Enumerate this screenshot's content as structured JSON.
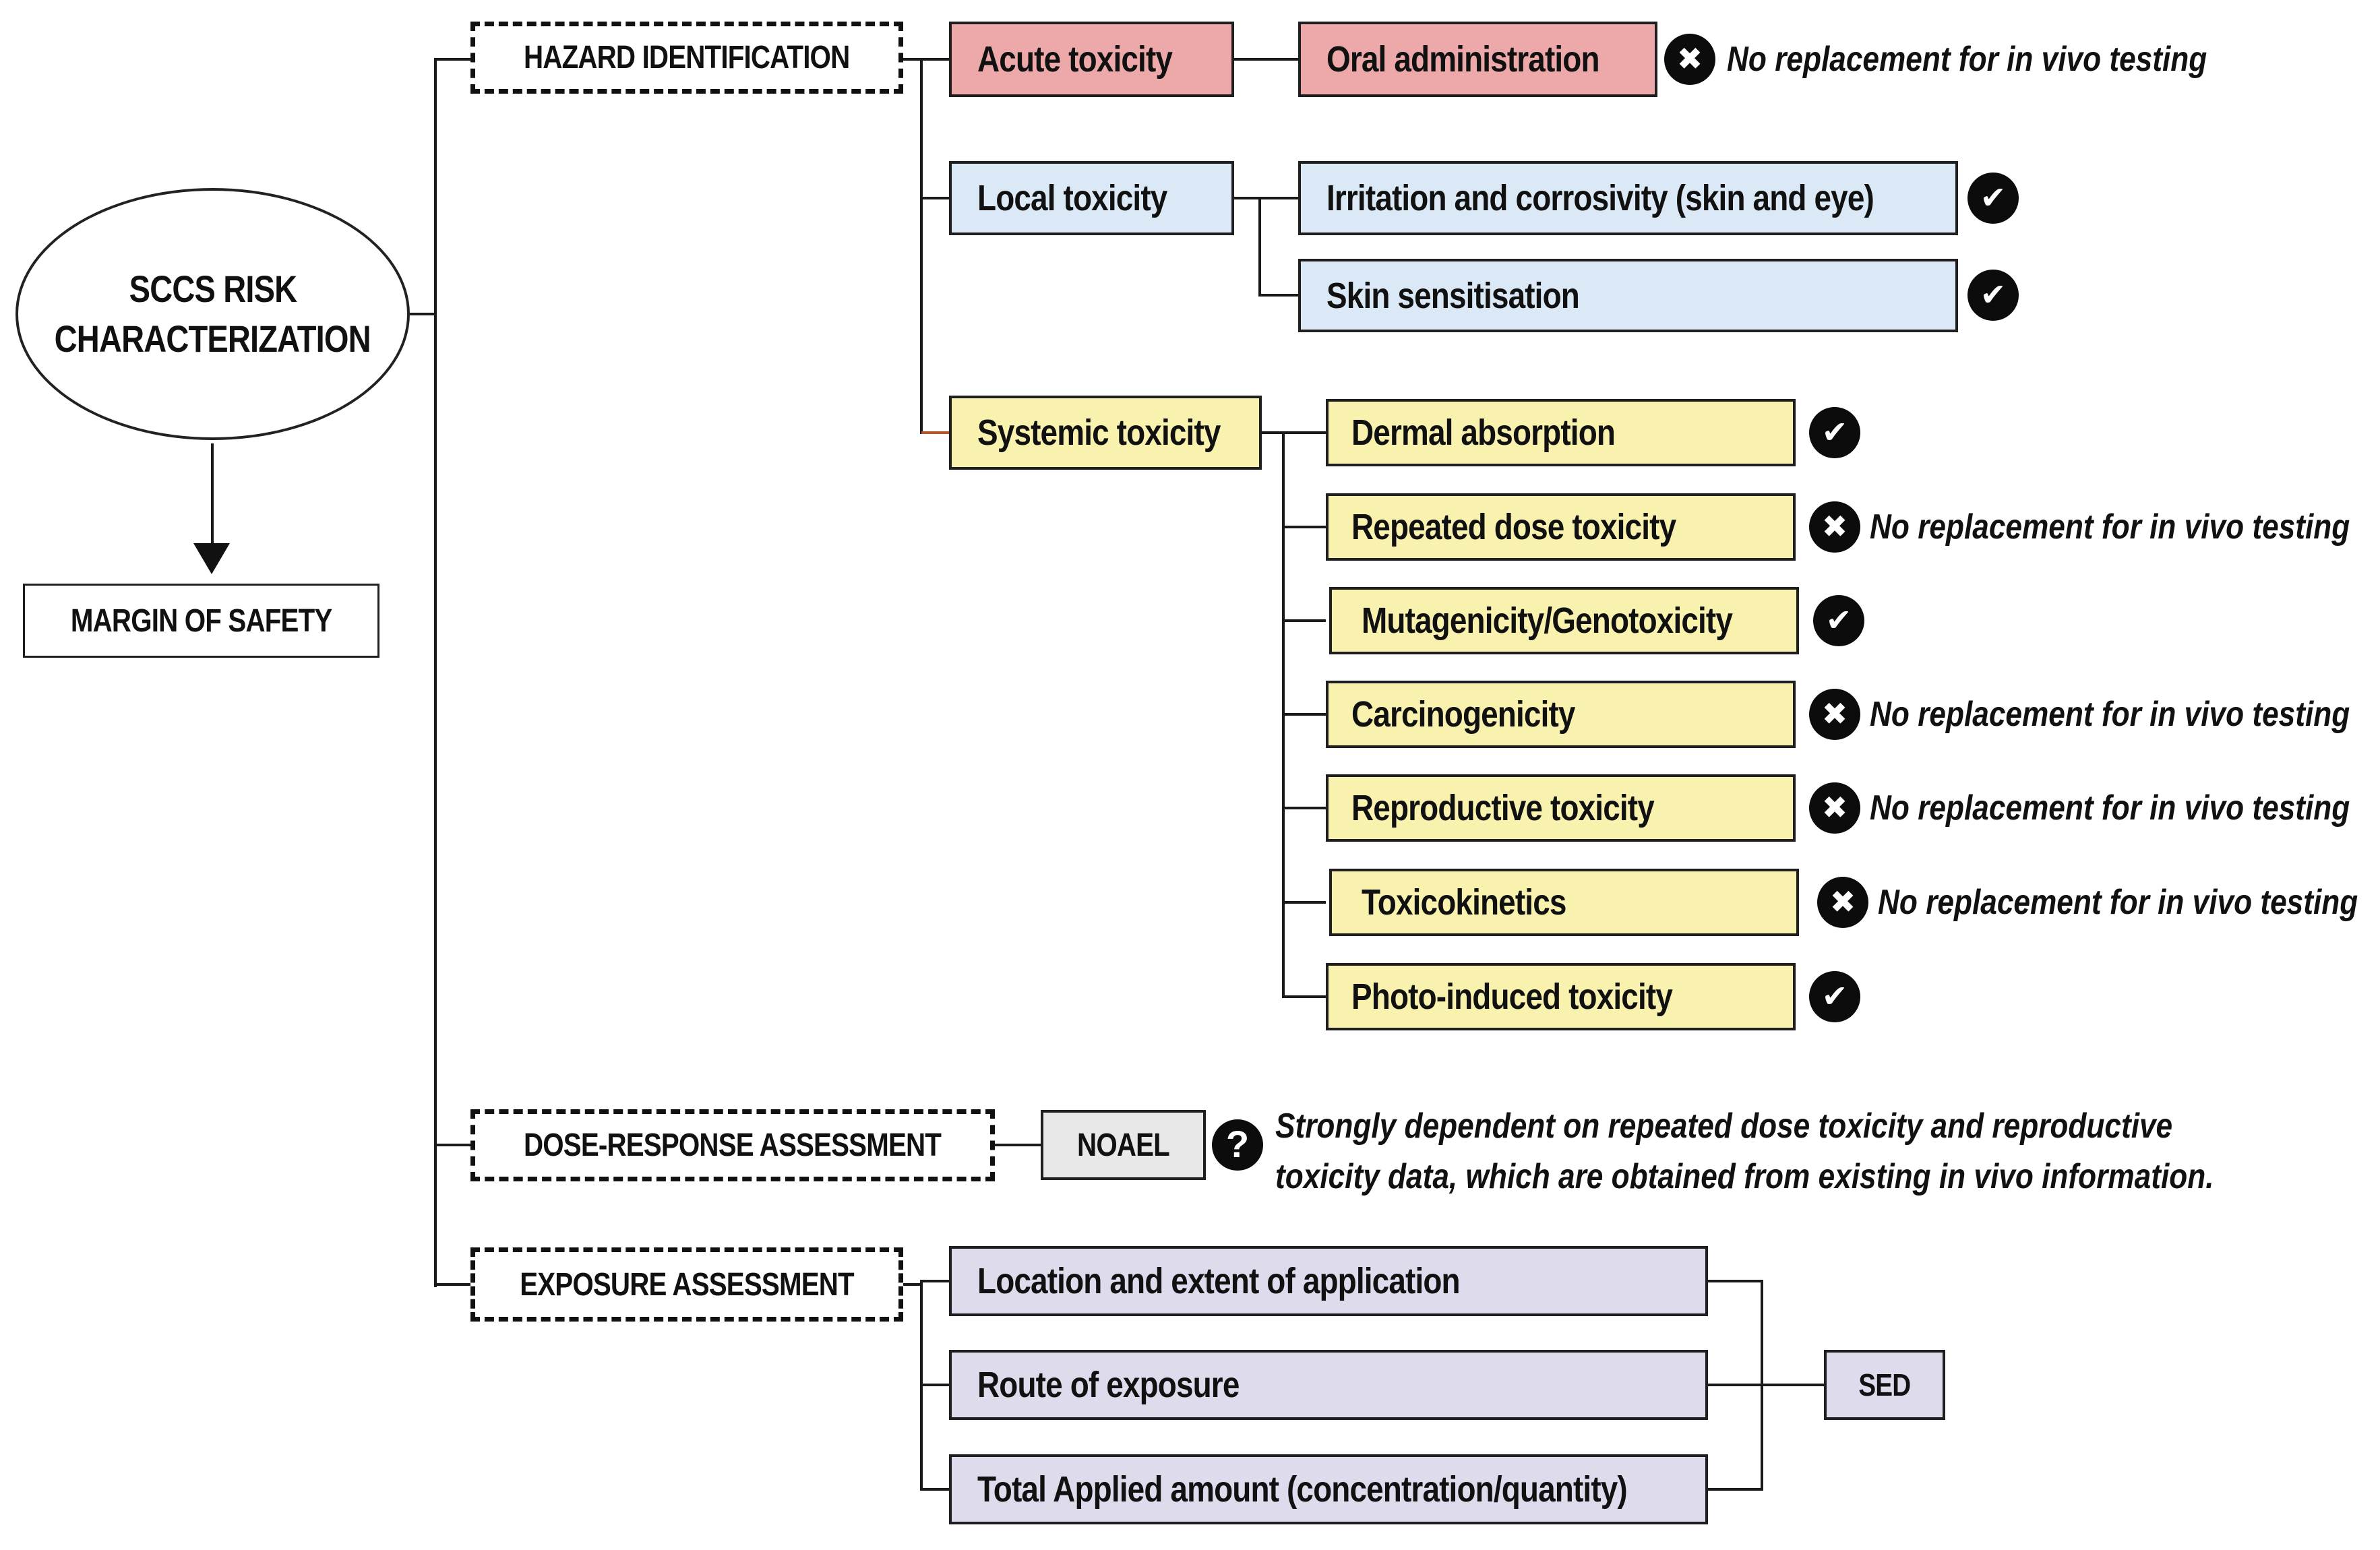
{
  "palette": {
    "pink": "#eda9a9",
    "blue": "#dbe9f6",
    "yellow": "#f8f2ae",
    "purple": "#dedbed",
    "gray": "#e9e8e8",
    "line": "#1a1a1a",
    "orange_connector": "#b5552c"
  },
  "root": {
    "title_line1": "SCCS RISK",
    "title_line2": "CHARACTERIZATION"
  },
  "margin_of_safety": {
    "label": "MARGIN OF SAFETY"
  },
  "branches": {
    "hazard": {
      "label": "HAZARD IDENTIFICATION"
    },
    "dose": {
      "label": "DOSE-RESPONSE ASSESSMENT"
    },
    "exposure": {
      "label": "EXPOSURE ASSESSMENT"
    }
  },
  "hazard": {
    "acute": {
      "label": "Acute toxicity",
      "child": "Oral administration",
      "status": "cross",
      "note": "No replacement for in vivo testing"
    },
    "local": {
      "label": "Local toxicity",
      "children": [
        {
          "label": "Irritation and corrosivity (skin and eye)",
          "status": "check"
        },
        {
          "label": "Skin sensitisation",
          "status": "check"
        }
      ]
    },
    "systemic": {
      "label": "Systemic toxicity",
      "children": [
        {
          "label": "Dermal absorption",
          "status": "check"
        },
        {
          "label": "Repeated dose toxicity",
          "status": "cross",
          "note": "No replacement for in vivo testing"
        },
        {
          "label": "Mutagenicity/Genotoxicity",
          "status": "check"
        },
        {
          "label": "Carcinogenicity",
          "status": "cross",
          "note": "No replacement for in vivo testing"
        },
        {
          "label": "Reproductive toxicity",
          "status": "cross",
          "note": "No replacement for in vivo testing"
        },
        {
          "label": "Toxicokinetics",
          "status": "cross",
          "note": "No replacement for in vivo testing"
        },
        {
          "label": "Photo-induced toxicity",
          "status": "check"
        }
      ]
    }
  },
  "dose": {
    "noael": "NOAEL",
    "status": "question",
    "note_line1": "Strongly dependent on repeated dose toxicity and reproductive",
    "note_line2": "toxicity data, which are obtained from existing in vivo information."
  },
  "exposure": {
    "factors": [
      {
        "label": "Location and extent of application"
      },
      {
        "label": "Route of exposure"
      },
      {
        "label": "Total Applied amount (concentration/quantity)"
      }
    ],
    "result": "SED"
  },
  "icons": {
    "check": "✔",
    "cross": "✖",
    "question": "?"
  }
}
